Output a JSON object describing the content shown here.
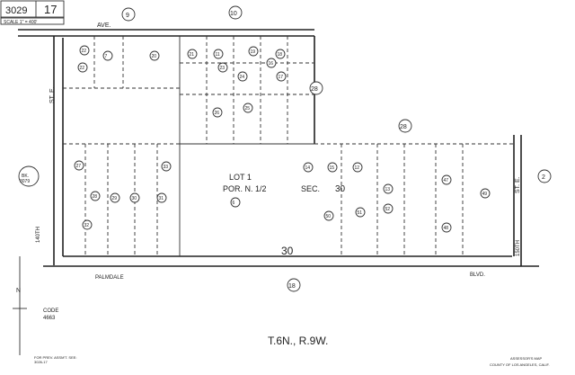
{
  "header": {
    "book": "3029",
    "page": "17",
    "scale": "SCALE 1\" = 400'"
  },
  "streets": {
    "top": "AVE.",
    "left": "ST. E.",
    "left_num": "140TH",
    "right": "ST. E.",
    "right_num": "150TH",
    "bottom_left": "PALMDALE",
    "bottom_right": "BLVD."
  },
  "book_ref": {
    "label": "BK.",
    "value": "3079"
  },
  "center": {
    "lot": "LOT 1",
    "por": "POR. N. 1/2",
    "sec": "SEC.",
    "sec_num": "30",
    "corner": "30"
  },
  "adjacent_sections": [
    "9",
    "10",
    "28",
    "28",
    "2",
    "18"
  ],
  "parcels": [
    "22",
    "7",
    "20",
    "21",
    "22",
    "11",
    "19",
    "18",
    "16",
    "17",
    "23",
    "24",
    "25",
    "26",
    "27",
    "28",
    "29",
    "30",
    "31",
    "32",
    "33",
    "6",
    "14",
    "15",
    "12",
    "13",
    "50",
    "51",
    "52",
    "47",
    "48",
    "49"
  ],
  "township": "T.6N., R.9W.",
  "code": {
    "label": "CODE",
    "value": "4663"
  },
  "north": "N",
  "footer_left": {
    "line1": "FOR PREV. ASSM'T. SEE:",
    "line2": "3026-17"
  },
  "footer_right": {
    "line1": "ASSESSOR'S MAP",
    "line2": "COUNTY OF LOS ANGELES, CALIF."
  }
}
